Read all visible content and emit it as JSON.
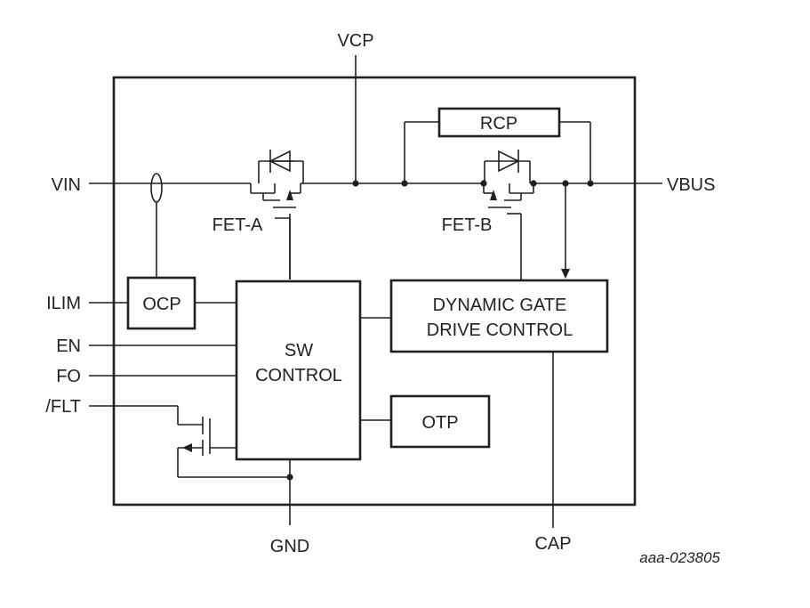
{
  "diagram": {
    "pins": {
      "vcp": "VCP",
      "vin": "VIN",
      "vbus": "VBUS",
      "ilim": "ILIM",
      "en": "EN",
      "fo": "FO",
      "flt": "/FLT",
      "gnd": "GND",
      "cap": "CAP"
    },
    "blocks": {
      "rcp": "RCP",
      "ocp": "OCP",
      "sw_control": [
        "SW",
        "CONTROL"
      ],
      "dynamic_gate": [
        "DYNAMIC GATE",
        "DRIVE CONTROL"
      ],
      "otp": "OTP"
    },
    "transistors": {
      "fet_a": "FET-A",
      "fet_b": "FET-B"
    },
    "reference": "aaa-023805"
  },
  "colors": {
    "line": "#231f20",
    "background": "#ffffff"
  }
}
